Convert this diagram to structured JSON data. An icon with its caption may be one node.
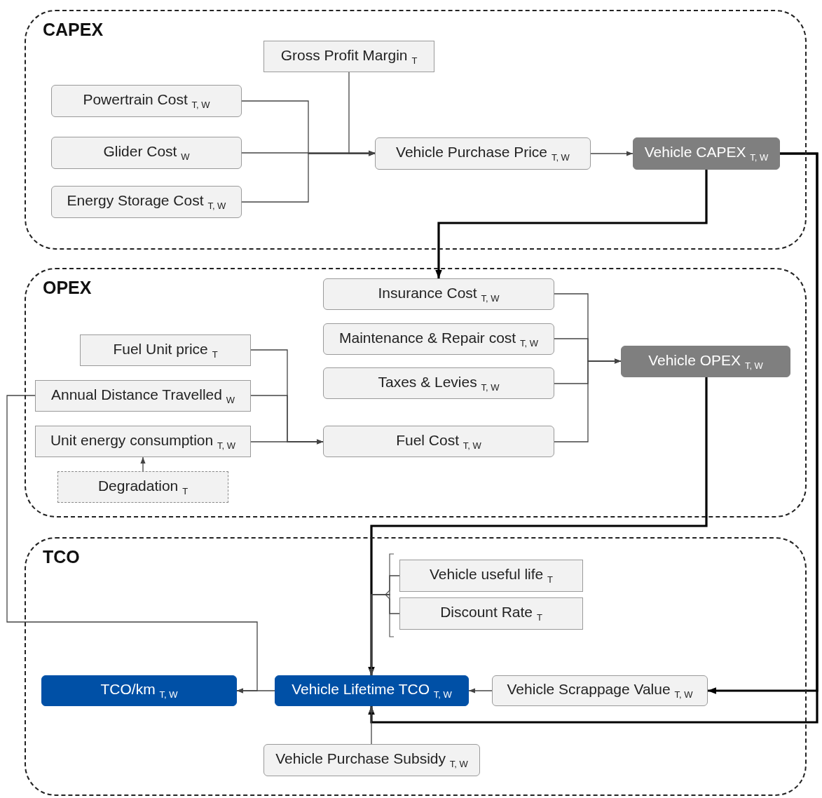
{
  "diagram": {
    "nodes": [
      {
        "text": [
          "CAPEX"
        ]
      },
      {
        "text": [
          "Gross Profit Margin $_{T}$"
        ],
        "in": 0
      },
      {
        "text": [
          "Powertrain Cost $_{T, W}$"
        ],
        "in": 0
      },
      {
        "text": [
          "Glider Cost $_{W}$"
        ],
        "in": 0
      },
      {
        "text": [
          "Energy Storage Cost $_{T, W}$"
        ],
        "in": 0
      },
      {
        "text": [
          "Vehicle Purchase Price $_{T, W}$"
        ],
        "in": 0
      },
      {
        "text": [
          "Vehicle CAPEX $_{T, W}$"
        ],
        "in": 0
      },
      {
        "text": [
          "OPEX"
        ]
      },
      {
        "text": [
          "Insurance Cost $_{T, W}$"
        ],
        "in": 7
      },
      {
        "text": [
          "Maintenance & Repair cost $_{T, W}$"
        ],
        "in": 7
      },
      {
        "text": [
          "Taxes & Levies $_{T, W}$"
        ],
        "in": 7
      },
      {
        "text": [
          "Fuel Unit price $_{T}$"
        ],
        "in": 7
      },
      {
        "text": [
          "Annual Distance Travelled $_{W}$"
        ],
        "in": 7
      },
      {
        "text": [
          "Unit energy consumption $_{T, W}$"
        ],
        "in": 7
      },
      {
        "text": [
          "Degradation $_{T}$"
        ],
        "in": 7
      },
      {
        "text": [
          "Fuel Cost $_{T, W}$"
        ],
        "in": 7
      },
      {
        "text": [
          "Vehicle OPEX $_{T, W}$"
        ],
        "in": 7
      },
      {
        "text": [
          "TCO"
        ]
      },
      {
        "text": [
          "Vehicle useful life $_{T}$"
        ],
        "in": 17
      },
      {
        "text": [
          "Discount Rate $_{T}$"
        ],
        "in": 17
      },
      {
        "text": [
          "TCO/km $_{T, W}$"
        ],
        "in": 17
      },
      {
        "text": [
          "Vehicle Lifetime TCO $_{T, W}$"
        ],
        "in": 17
      },
      {
        "text": [
          "Vehicle Scrappage Value $_{T, W}$"
        ],
        "in": 17
      },
      {
        "text": [
          "Vehicle Purchase Subsidy $_{T, W}$"
        ],
        "in": 17
      }
    ],
    "edges": [
      {
        "from": 2,
        "to": 5,
        "arrow": "to"
      },
      {
        "from": 3,
        "to": 5,
        "arrow": "to"
      },
      {
        "from": 4,
        "to": 5,
        "arrow": "to"
      },
      {
        "from": 1,
        "to": 5,
        "arrow": "to"
      },
      {
        "from": 5,
        "to": 6,
        "arrow": "to"
      },
      {
        "from": 6,
        "to": 8,
        "arrow": "to",
        "style": "thick"
      },
      {
        "from": 6,
        "to": 22,
        "arrow": "to",
        "style": "thick"
      },
      {
        "from": 6,
        "to": 21,
        "arrow": "to",
        "style": "thick"
      },
      {
        "from": 8,
        "to": 16,
        "arrow": "to"
      },
      {
        "from": 9,
        "to": 16,
        "arrow": "to"
      },
      {
        "from": 10,
        "to": 16,
        "arrow": "to"
      },
      {
        "from": 15,
        "to": 16,
        "arrow": "to"
      },
      {
        "from": 11,
        "to": 15,
        "arrow": "to"
      },
      {
        "from": 12,
        "to": 15,
        "arrow": "to"
      },
      {
        "from": 13,
        "to": 15,
        "arrow": "to"
      },
      {
        "from": 14,
        "to": 13,
        "arrow": "to"
      },
      {
        "from": 16,
        "to": 21,
        "arrow": "to",
        "style": "thick"
      },
      {
        "from": 18,
        "to": 21,
        "arrow": "to"
      },
      {
        "from": 19,
        "to": 21,
        "arrow": "to"
      },
      {
        "from": 21,
        "to": 20,
        "arrow": "to"
      },
      {
        "from": 12,
        "to": 20,
        "arrow": "to"
      },
      {
        "from": 22,
        "to": 21,
        "arrow": "to"
      },
      {
        "from": 23,
        "to": 21,
        "arrow": "to"
      }
    ]
  }
}
